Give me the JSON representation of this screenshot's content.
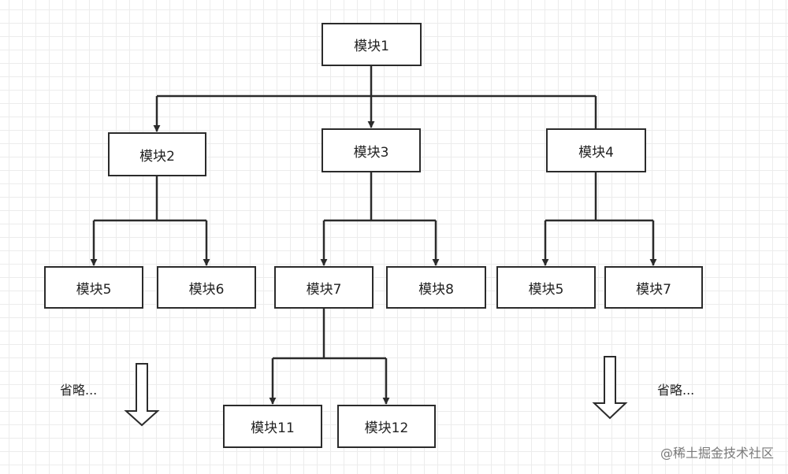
{
  "modules": {
    "m1": "模块1",
    "m2": "模块2",
    "m3": "模块3",
    "m4": "模块4",
    "m5a": "模块5",
    "m6": "模块6",
    "m7a": "模块7",
    "m8": "模块8",
    "m5b": "模块5",
    "m7b": "模块7",
    "m11": "模块11",
    "m12": "模块12"
  },
  "notes": {
    "omitted_left": "省略...",
    "omitted_right": "省略..."
  },
  "watermark": "@稀土掘金技术社区",
  "colors": {
    "line": "#2b2b2b",
    "grid": "#ececec",
    "box_fill": "#ffffff",
    "watermark": "#7a7a7a"
  }
}
